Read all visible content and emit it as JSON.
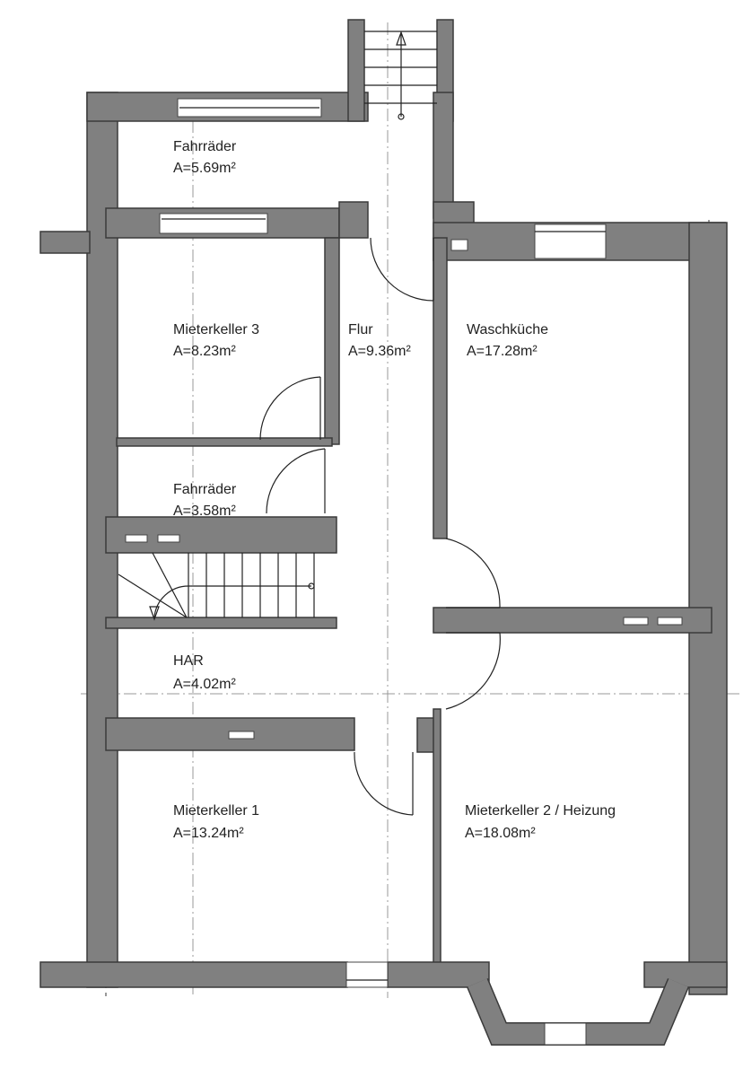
{
  "colors": {
    "wall": "#808080",
    "background": "#ffffff",
    "text": "#222222"
  },
  "rooms": [
    {
      "name": "Fahrräder",
      "area": "A=5.69m²"
    },
    {
      "name": "Mieterkeller 3",
      "area": "A=8.23m²"
    },
    {
      "name": "Flur",
      "area": "A=9.36m²"
    },
    {
      "name": "Waschküche",
      "area": "A=17.28m²"
    },
    {
      "name": "Fahrräder",
      "area": "A=3.58m²"
    },
    {
      "name": "HAR",
      "area": "A=4.02m²"
    },
    {
      "name": "Mieterkeller 1",
      "area": "A=13.24m²"
    },
    {
      "name": "Mieterkeller 2 / Heizung",
      "area": "A=18.08m²"
    }
  ]
}
